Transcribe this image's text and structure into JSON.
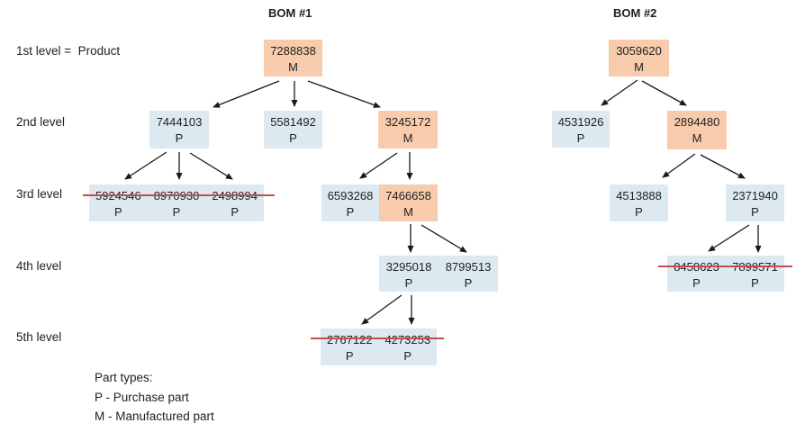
{
  "titles": {
    "bom1": "BOM #1",
    "bom2": "BOM #2"
  },
  "row_labels": {
    "level1": "1st level =  Product",
    "level2": "2nd level",
    "level3": "3rd level",
    "level4": "4th level",
    "level5": "5th level"
  },
  "legend": {
    "heading": "Part types:",
    "purchase": "P - Purchase part",
    "manufactured": "M - Manufactured part"
  },
  "colors": {
    "manufactured_fill": "#F8CBAD",
    "purchase_fill": "#DCE9F1",
    "strikethrough_line": "#C0504D",
    "arrow": "#1A1A1A"
  },
  "bom1": {
    "root": {
      "id": "7288838",
      "type": "M"
    },
    "level2": [
      {
        "id": "7444103",
        "type": "P"
      },
      {
        "id": "5581492",
        "type": "P"
      },
      {
        "id": "3245172",
        "type": "M"
      }
    ],
    "level3_scrapped": [
      {
        "id": "5924546",
        "type": "P"
      },
      {
        "id": "8970930",
        "type": "P"
      },
      {
        "id": "2498994",
        "type": "P"
      }
    ],
    "level3": [
      {
        "id": "6593268",
        "type": "P"
      },
      {
        "id": "7466658",
        "type": "M"
      }
    ],
    "level4": [
      {
        "id": "3295018",
        "type": "P"
      },
      {
        "id": "8799513",
        "type": "P"
      }
    ],
    "level5_scrapped": [
      {
        "id": "2767122",
        "type": "P"
      },
      {
        "id": "4273253",
        "type": "P"
      }
    ]
  },
  "bom2": {
    "root": {
      "id": "3059620",
      "type": "M"
    },
    "level2": [
      {
        "id": "4531926",
        "type": "P"
      },
      {
        "id": "2894480",
        "type": "M"
      }
    ],
    "level3": [
      {
        "id": "4513888",
        "type": "P"
      },
      {
        "id": "2371940",
        "type": "P"
      }
    ],
    "level4_scrapped": [
      {
        "id": "8458623",
        "type": "P"
      },
      {
        "id": "7899571",
        "type": "P"
      }
    ]
  }
}
